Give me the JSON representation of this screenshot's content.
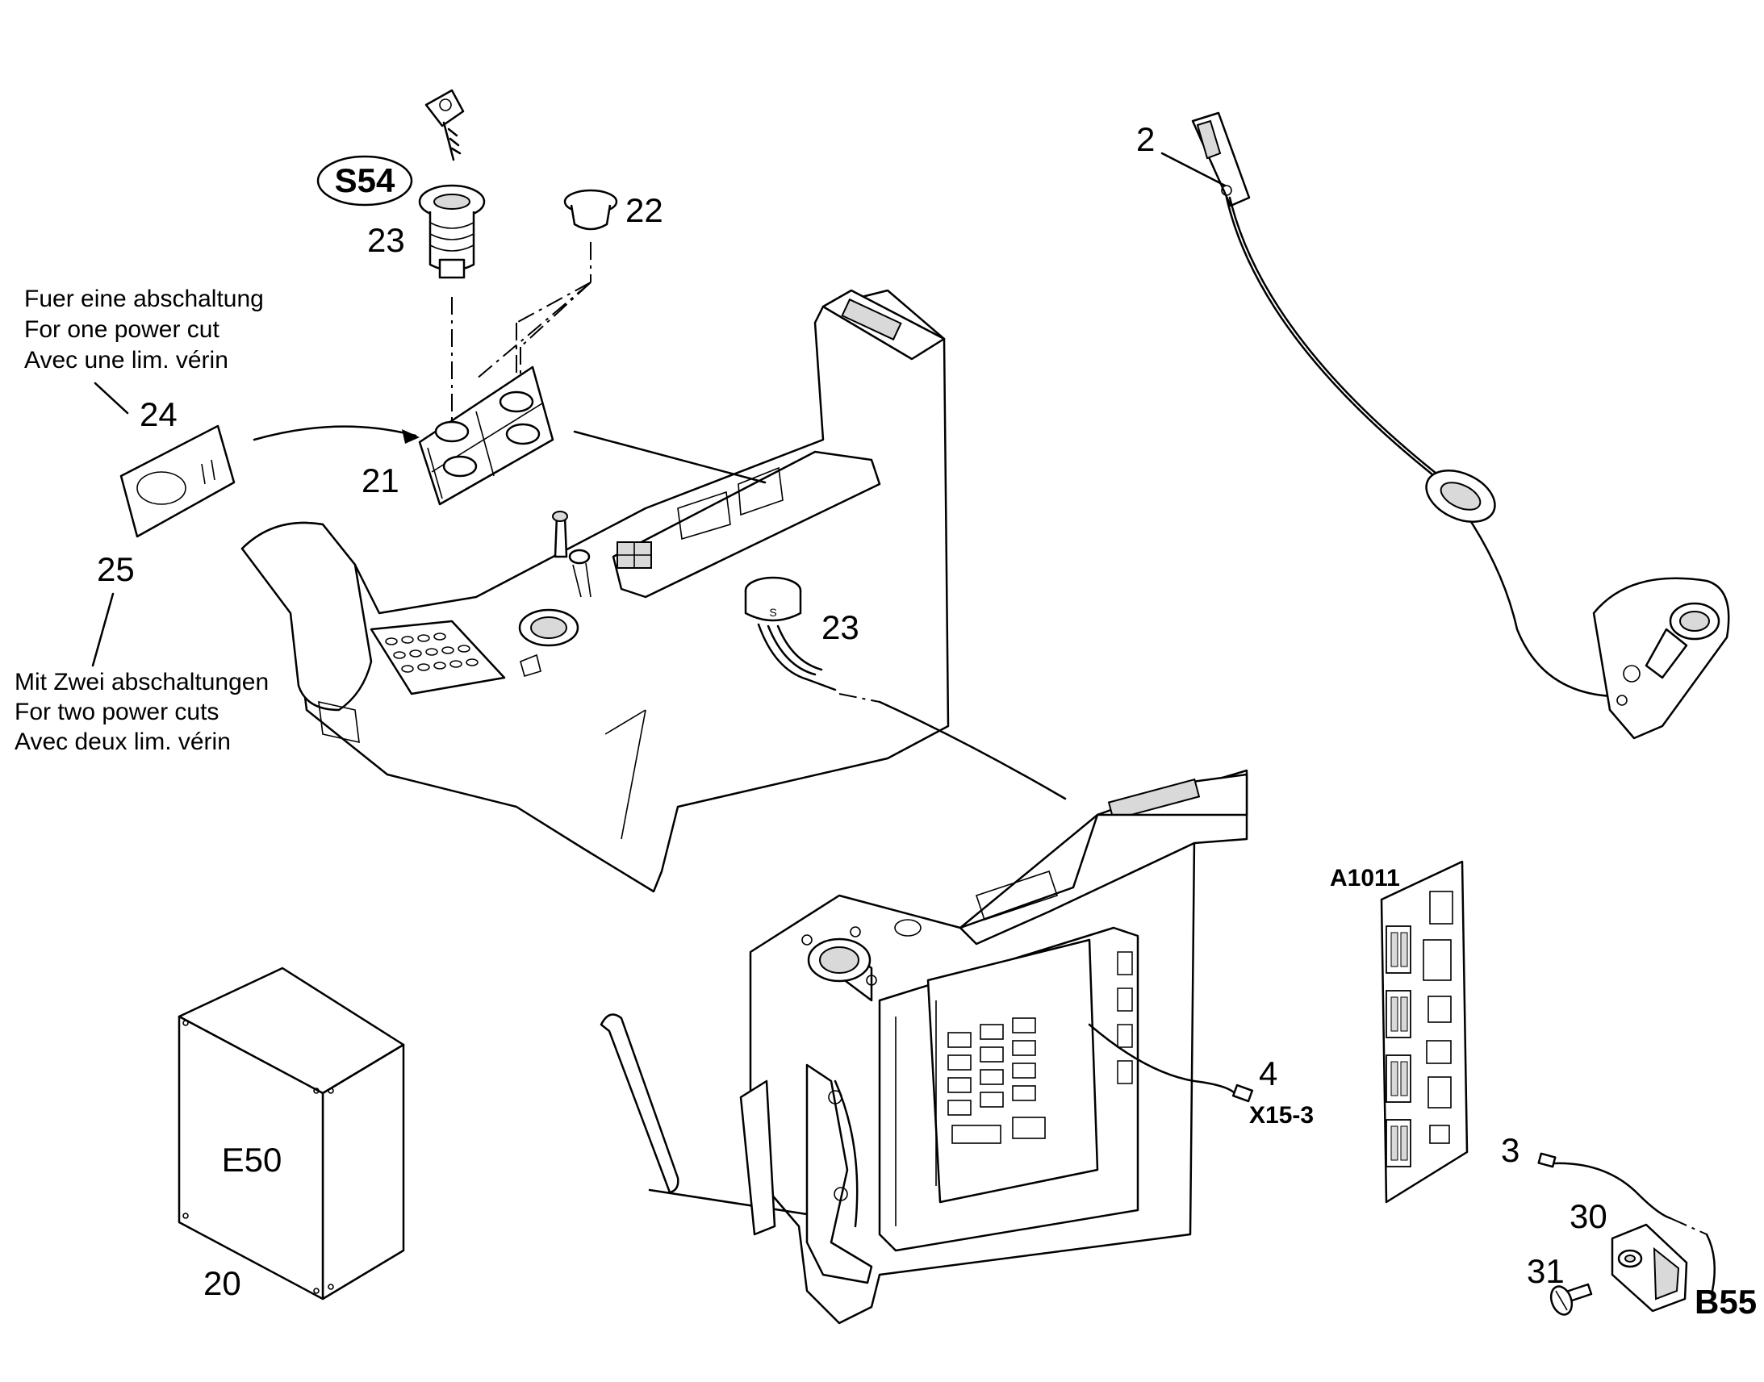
{
  "part_callouts": {
    "p2": "2",
    "p3": "3",
    "p4": "4",
    "p20": "20",
    "p21": "21",
    "p22": "22",
    "p23_top": "23",
    "p23_mid": "23",
    "p24": "24",
    "p25": "25",
    "p30": "30",
    "p31": "31"
  },
  "component_labels": {
    "s54": "S54",
    "e50": "E50",
    "a1011": "A1011",
    "x15_3": "X15-3",
    "b55": "B55"
  },
  "notes": {
    "one_power_cut": {
      "line1": "Fuer eine abschaltung",
      "line2": "For one power cut",
      "line3": "Avec une lim. vérin"
    },
    "two_power_cuts": {
      "line1": "Mit Zwei abschaltungen",
      "line2": "For two power cuts",
      "line3": "Avec deux lim. vérin"
    }
  },
  "switch_marking": "S"
}
